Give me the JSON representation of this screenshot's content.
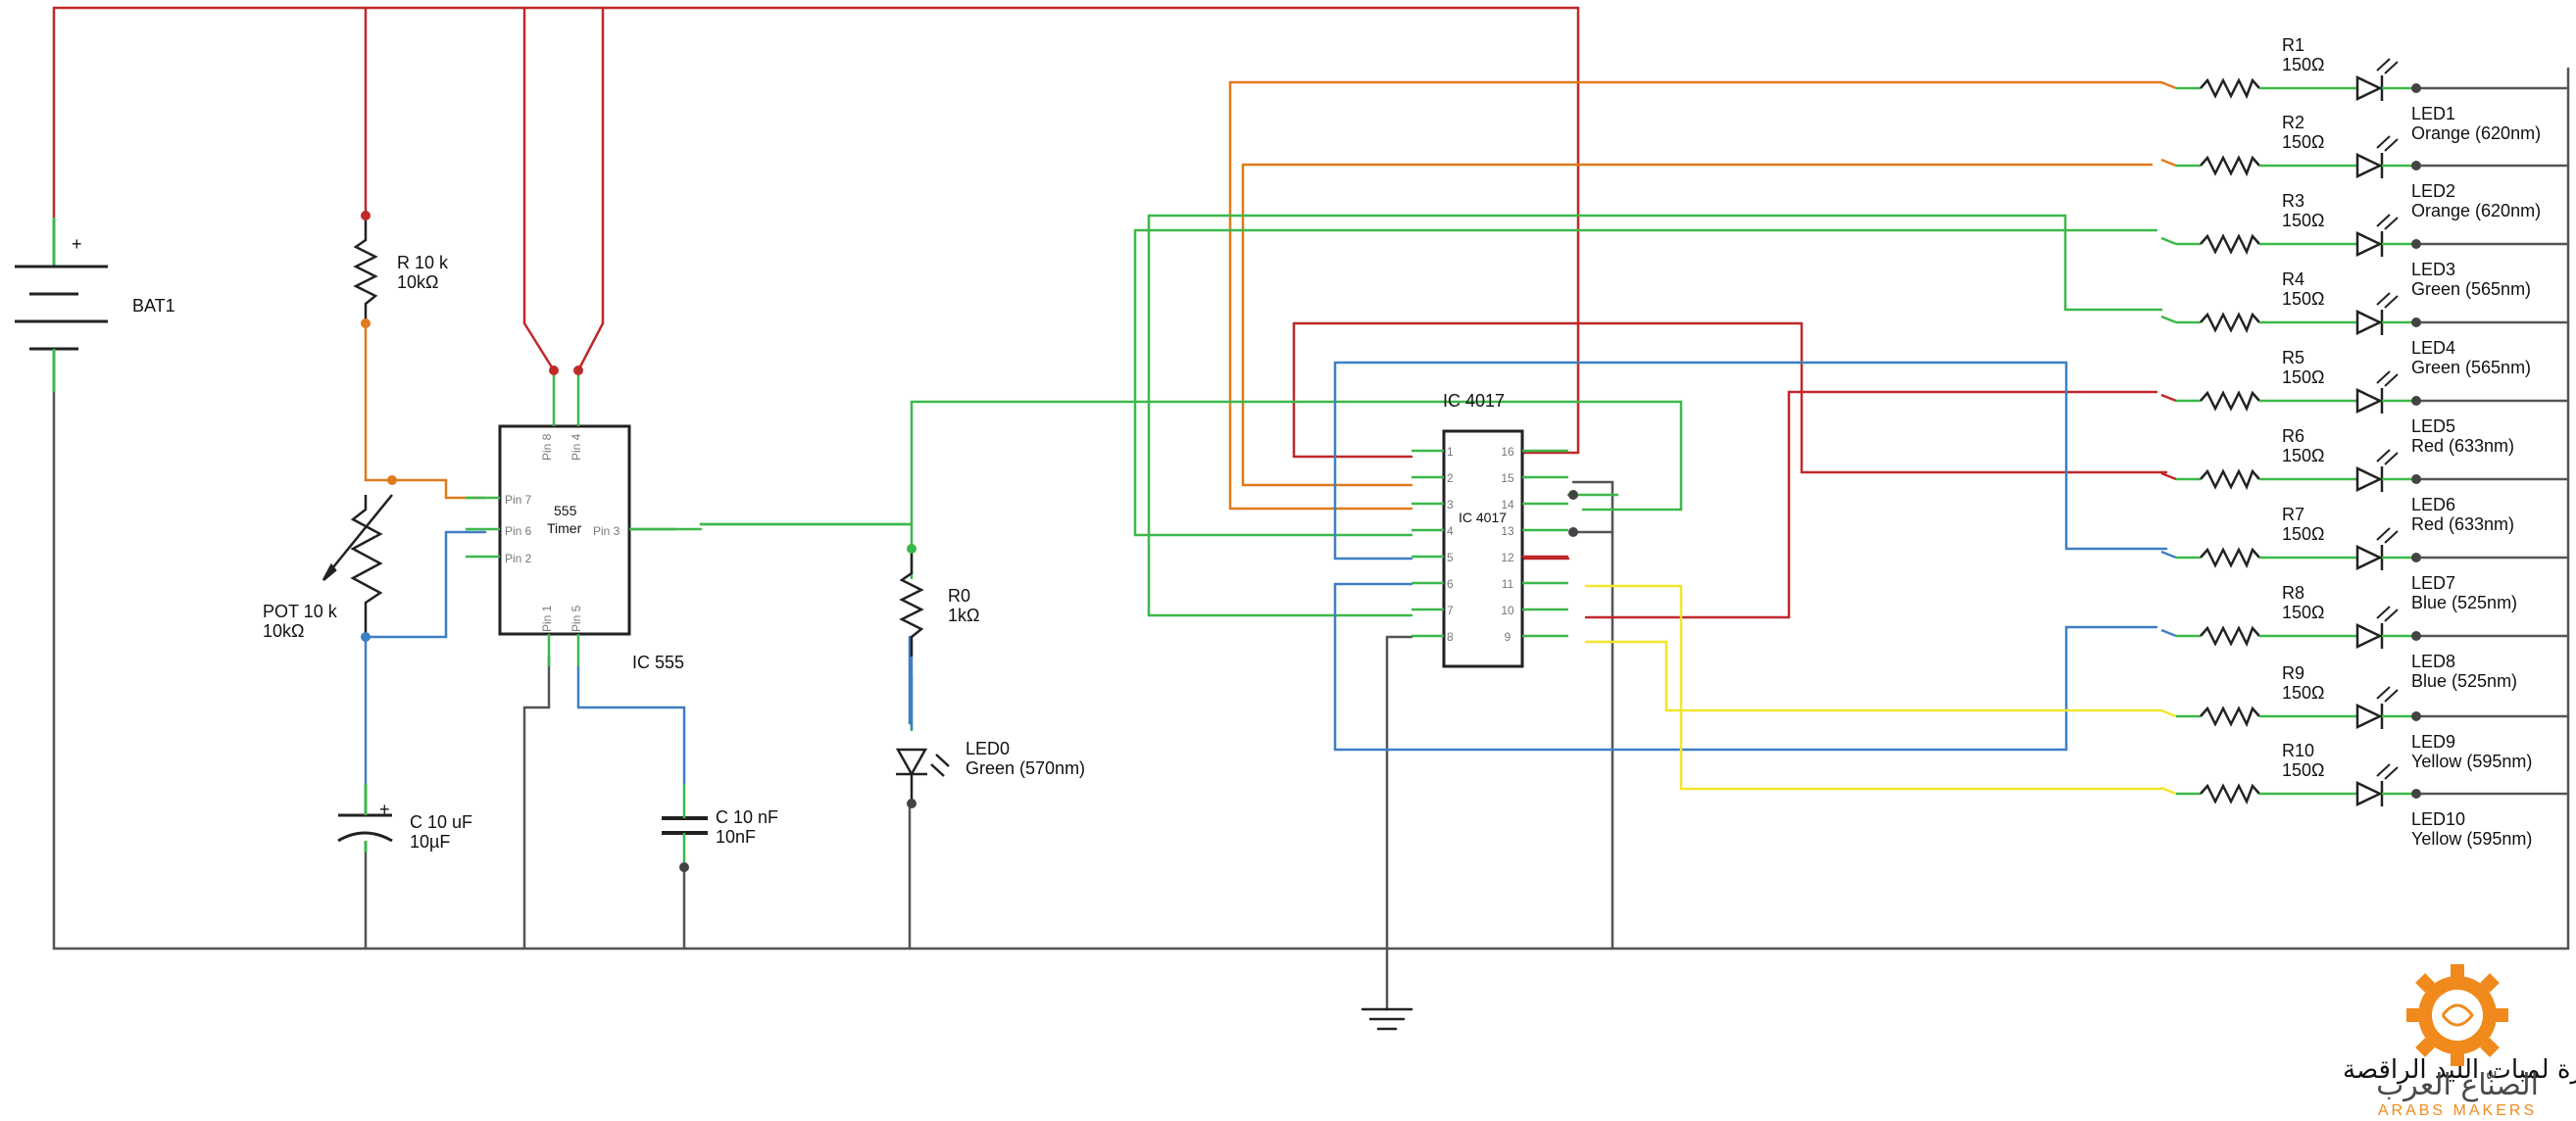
{
  "title": "دائرة لمبات الليد الراقصة",
  "brand": {
    "arabic": "الصنّاع العرب",
    "english": "ARABS MAKERS",
    "color": "#f08a1c"
  },
  "colors": {
    "red": "#c0282a",
    "orange": "#e07a1c",
    "green": "#3cb84a",
    "blue": "#3d7fc4",
    "yellow": "#f2e52a",
    "black": "#333333",
    "wire": "#444444"
  },
  "battery": {
    "label": "BAT1",
    "plus": "+"
  },
  "r10k": {
    "name": "R 10 k",
    "value": "10kΩ"
  },
  "pot": {
    "name": "POT 10 k",
    "value": "10kΩ"
  },
  "c10u": {
    "name": "C 10 uF",
    "value": "10µF",
    "plus": "+"
  },
  "c10n": {
    "name": "C 10 nF",
    "value": "10nF"
  },
  "ic555": {
    "label": "IC 555",
    "chip": [
      "555",
      "Timer"
    ],
    "pins": {
      "p7": "Pin 7",
      "p6": "Pin 6",
      "p2": "Pin 2",
      "p3": "Pin 3",
      "p8": "Pin 8",
      "p4": "Pin 4",
      "p1": "Pin 1",
      "p5": "Pin 5"
    }
  },
  "r0": {
    "name": "R0",
    "value": "1kΩ"
  },
  "led0": {
    "name": "LED0",
    "value": "Green (570nm)"
  },
  "ic4017": {
    "label": "IC 4017",
    "chip": "IC 4017",
    "left_pins": [
      "1",
      "2",
      "3",
      "4",
      "5",
      "6",
      "7",
      "8"
    ],
    "right_pins": [
      "16",
      "15",
      "14",
      "13",
      "12",
      "11",
      "10",
      "9"
    ]
  },
  "resistors": [
    {
      "name": "R1",
      "value": "150Ω"
    },
    {
      "name": "R2",
      "value": "150Ω"
    },
    {
      "name": "R3",
      "value": "150Ω"
    },
    {
      "name": "R4",
      "value": "150Ω"
    },
    {
      "name": "R5",
      "value": "150Ω"
    },
    {
      "name": "R6",
      "value": "150Ω"
    },
    {
      "name": "R7",
      "value": "150Ω"
    },
    {
      "name": "R8",
      "value": "150Ω"
    },
    {
      "name": "R9",
      "value": "150Ω"
    },
    {
      "name": "R10",
      "value": "150Ω"
    }
  ],
  "leds": [
    {
      "name": "LED1",
      "value": "Orange (620nm)"
    },
    {
      "name": "LED2",
      "value": "Orange (620nm)"
    },
    {
      "name": "LED3",
      "value": "Green (565nm)"
    },
    {
      "name": "LED4",
      "value": "Green (565nm)"
    },
    {
      "name": "LED5",
      "value": "Red (633nm)"
    },
    {
      "name": "LED6",
      "value": "Red (633nm)"
    },
    {
      "name": "LED7",
      "value": "Blue (525nm)"
    },
    {
      "name": "LED8",
      "value": "Blue (525nm)"
    },
    {
      "name": "LED9",
      "value": "Yellow (595nm)"
    },
    {
      "name": "LED10",
      "value": "Yellow (595nm)"
    }
  ]
}
